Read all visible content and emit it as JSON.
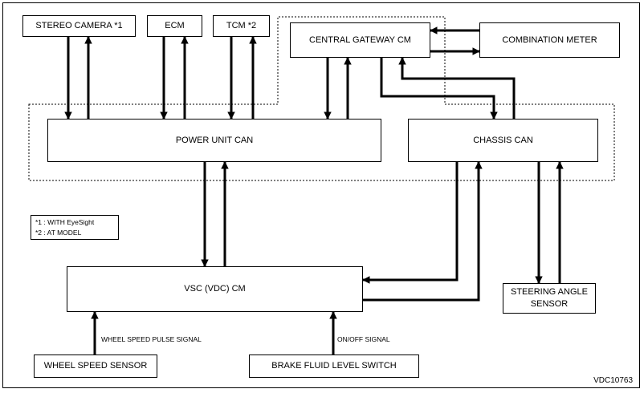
{
  "boxes": {
    "stereo_camera": "STEREO CAMERA *1",
    "ecm": "ECM",
    "tcm": "TCM *2",
    "central_gateway": "CENTRAL GATEWAY CM",
    "combination_meter": "COMBINATION METER",
    "power_unit_can": "POWER UNIT CAN",
    "chassis_can": "CHASSIS CAN",
    "vsc_cm": "VSC (VDC) CM",
    "steering_angle_sensor_1": "STEERING ANGLE",
    "steering_angle_sensor_2": "SENSOR",
    "wheel_speed_sensor": "WHEEL SPEED SENSOR",
    "brake_fluid_switch": "BRAKE FLUID LEVEL SWITCH"
  },
  "signals": {
    "wheel_speed": "WHEEL SPEED PULSE SIGNAL",
    "brake_fluid": "ON/OFF SIGNAL"
  },
  "notes": {
    "note1": "*1  : WITH EyeSight",
    "note2": "*2  : AT MODEL"
  },
  "figure_code": "VDC10763"
}
